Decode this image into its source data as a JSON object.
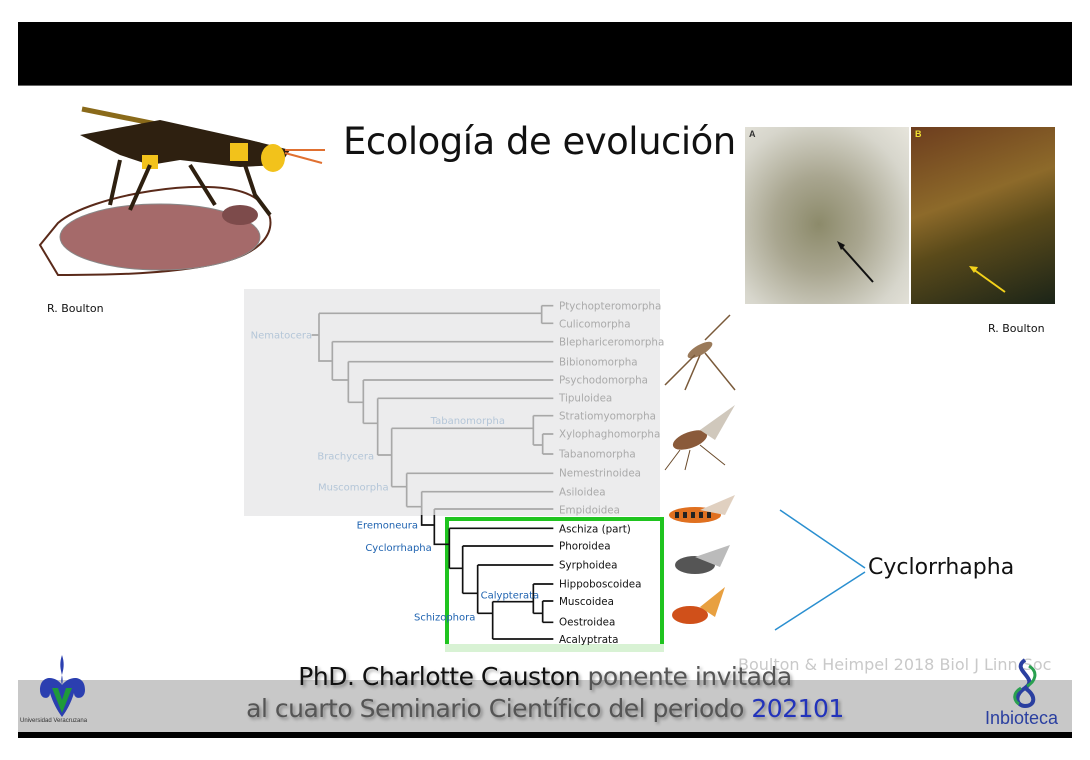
{
  "slide": {
    "title": "Ecología de evolución",
    "credit_left": "R. Boulton",
    "credit_right": "R. Boulton",
    "photo_labels": [
      "A",
      "B"
    ],
    "cyclorrhapha_label": "Cyclorrhapha",
    "citation": "Boulton & Heimpel 2018 Biol J Linn Soc"
  },
  "tree": {
    "clades": {
      "nematocera": "Nematocera",
      "tabanomorpha": "Tabanomorpha",
      "brachycera": "Brachycera",
      "muscomorpha": "Muscomorpha",
      "eremoneura": "Eremoneura",
      "cyclorrhapha": "Cyclorrhapha",
      "calypterata": "Calypterata",
      "schizophora": "Schizophora"
    },
    "taxa": [
      "Ptychopteromorpha",
      "Culicomorpha",
      "Blephariceromorpha",
      "Bibionomorpha",
      "Psychodomorpha",
      "Tipuloidea",
      "Stratiomyomorpha",
      "Xylophaghomorpha",
      "Tabanomorpha",
      "Nemestrinoidea",
      "Asiloidea",
      "Empidoidea",
      "Aschiza (part)",
      "Phoroidea",
      "Syrphoidea",
      "Hippoboscoidea",
      "Muscoidea",
      "Oestroidea",
      "Acalyptrata"
    ]
  },
  "footer": {
    "speaker": "PhD. Charlotte Causton",
    "role": "ponente invitada",
    "line2": "al cuarto Seminario Científico del periodo",
    "period": "202101",
    "uv_logo_text": "Universidad Veracruzana",
    "inbioteca_logo_text": "Inbioteca"
  },
  "colors": {
    "highlight_box": "#1fc41f",
    "clade_label": "#1f63b0",
    "accent_period": "#2233bb"
  }
}
